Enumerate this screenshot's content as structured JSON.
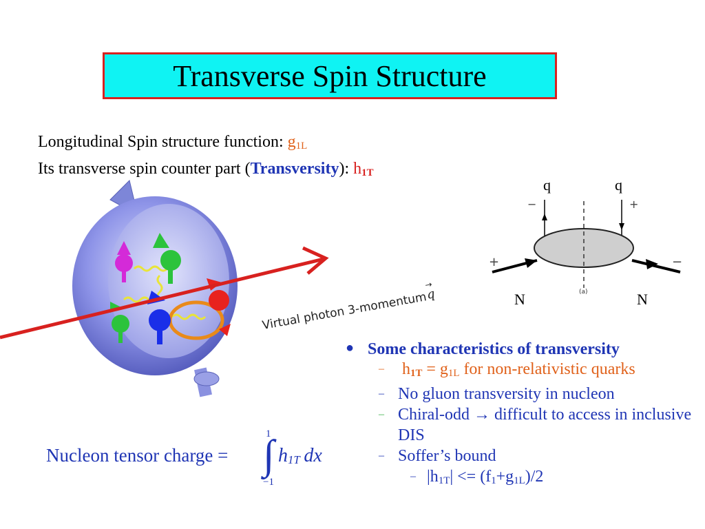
{
  "title": "Transverse Spin Structure",
  "intro": {
    "line1_prefix": "Longitudinal Spin structure function: ",
    "line1_func": "g",
    "line1_func_sub": "1L",
    "line2_prefix": "Its transverse spin counter part (",
    "line2_term": "Transversity",
    "line2_mid": "): ",
    "line2_func": "h",
    "line2_func_sub": "1T"
  },
  "illustration": {
    "caption": "Virtual photon 3-momentum",
    "vector_symbol": "q"
  },
  "diagram": {
    "top_left": "q",
    "top_right": "q",
    "bottom_left": "N",
    "bottom_right": "N",
    "sign_top_left": "−",
    "sign_top_right": "+",
    "sign_mid_left": "+",
    "sign_mid_right": "−",
    "sublabel": "(a)"
  },
  "formula": {
    "label": "Nucleon tensor charge = ",
    "upper": "1",
    "lower": "−1",
    "integrand_h": "h",
    "integrand_sub": "1T",
    "integrand_dx": "dx"
  },
  "characteristics": {
    "heading": "Some characteristics of transversity",
    "items": [
      {
        "text_a": "h",
        "text_a_sub": "1T",
        "text_b": " = g",
        "text_b_sub": "1L",
        "text_c": " for non-relativistic quarks"
      },
      {
        "text": " No gluon transversity in nucleon"
      },
      {
        "text": " Chiral-odd → difficult to access in inclusive DIS"
      },
      {
        "text": "Soffer’s bound"
      }
    ],
    "sub_item": {
      "p1": "|h",
      "p1_sub": "1T",
      "p2": "| <= (f",
      "p2_sub": "1",
      "p3": "+g",
      "p3_sub": "1L",
      "p4": ")/2"
    }
  }
}
